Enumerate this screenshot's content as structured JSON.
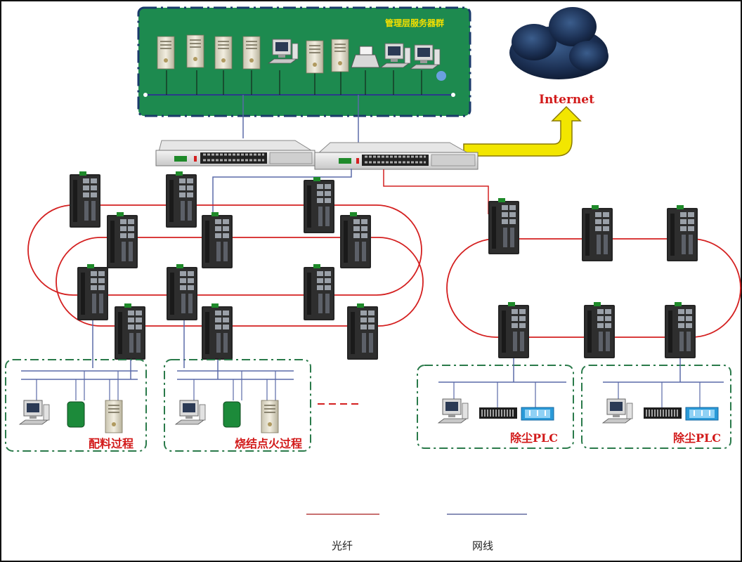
{
  "server_group": {
    "title": "管理层服务器群"
  },
  "cloud": {
    "label": "Internet"
  },
  "zones": [
    {
      "label": "配料过程"
    },
    {
      "label": "烧结点火过程"
    },
    {
      "label": "除尘PLC"
    },
    {
      "label": "除尘PLC"
    }
  ],
  "legend": {
    "fiber": "光纤",
    "cable": "网线"
  },
  "colors": {
    "server_panel": "#1d8a4f",
    "panel_border": "#1a3a6a",
    "fiber_line": "#d42020",
    "cable_line": "#5a6aa8",
    "arrow": "#f2e600",
    "label_red": "#d21a1a"
  }
}
